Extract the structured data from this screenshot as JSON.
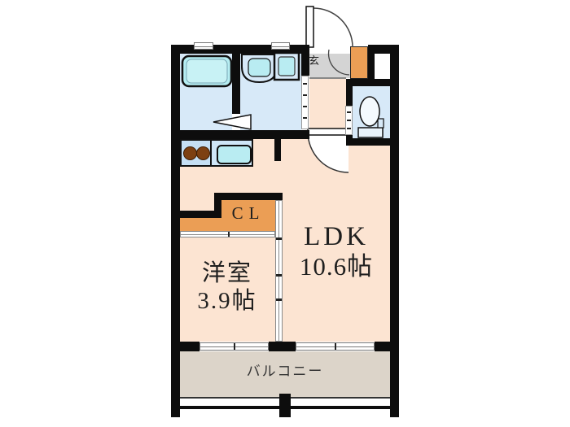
{
  "plan": {
    "entrance": {
      "label": "玄"
    },
    "closet": {
      "label": "CL"
    },
    "ldk": {
      "label": "LDK",
      "size": "10.6帖"
    },
    "bedroom": {
      "label": "洋室",
      "size": "3.9帖"
    },
    "balcony": {
      "label": "バルコニー"
    }
  },
  "colors": {
    "wall": "#0d0d0d",
    "room_floor": "#fce4d2",
    "wet_area_floor": "#d7e9f8",
    "fixture_fill": "#b5edf2",
    "closet_fill": "#eb9e55",
    "entrance_floor": "#d4d4d4",
    "balcony_floor": "#dcd4c9",
    "burner": "#7d4012"
  }
}
